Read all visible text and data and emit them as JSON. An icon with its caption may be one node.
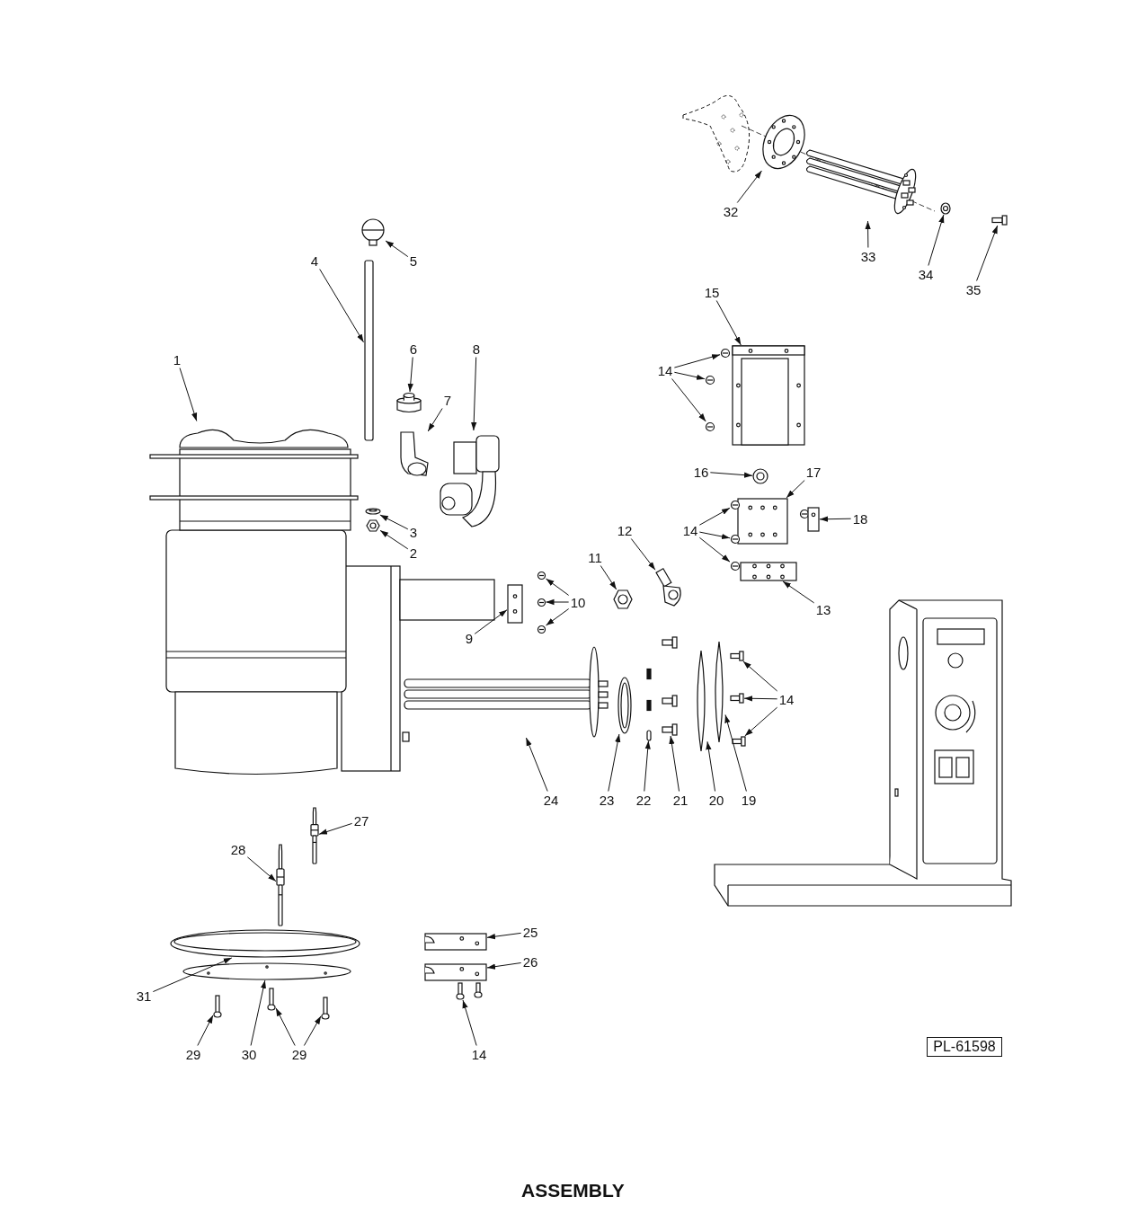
{
  "diagram": {
    "title": "ASSEMBLY",
    "nodes": [
      {
        "text": [
          "1"
        ]
      },
      {
        "text": [],
        "shape": "picture"
      },
      {
        "text": [
          "2"
        ]
      },
      {
        "text": [],
        "shape": "picture"
      },
      {
        "text": [
          "3"
        ]
      },
      {
        "text": [],
        "shape": "picture"
      },
      {
        "text": [
          "4"
        ]
      },
      {
        "text": [],
        "shape": "bar"
      },
      {
        "text": [
          "5"
        ]
      },
      {
        "text": [],
        "shape": "picture"
      },
      {
        "text": [
          "6"
        ]
      },
      {
        "text": [],
        "shape": "cylinder"
      },
      {
        "text": [
          "7"
        ]
      },
      {
        "text": [],
        "shape": "picture"
      },
      {
        "text": [
          "8"
        ]
      },
      {
        "text": [],
        "shape": "picture"
      },
      {
        "text": [
          "9"
        ]
      },
      {
        "text": [],
        "shape": "picture"
      },
      {
        "text": [
          "10"
        ]
      },
      {
        "text": [],
        "shape": "picture"
      },
      {
        "text": [],
        "shape": "picture"
      },
      {
        "text": [],
        "shape": "picture"
      },
      {
        "text": [
          "11"
        ]
      },
      {
        "text": [],
        "shape": "picture"
      },
      {
        "text": [
          "12"
        ]
      },
      {
        "text": [],
        "shape": "picture"
      },
      {
        "text": [
          "13"
        ]
      },
      {
        "text": [],
        "shape": "picture"
      },
      {
        "text": [
          "14"
        ]
      },
      {
        "text": [],
        "shape": "picture"
      },
      {
        "text": [],
        "shape": "picture"
      },
      {
        "text": [],
        "shape": "picture"
      },
      {
        "text": [
          "15"
        ]
      },
      {
        "text": [],
        "shape": "picture"
      },
      {
        "text": [
          "16"
        ]
      },
      {
        "text": [],
        "shape": "picture"
      },
      {
        "text": [
          "17"
        ]
      },
      {
        "text": [],
        "shape": "picture"
      },
      {
        "text": [
          "18"
        ]
      },
      {
        "text": [],
        "shape": "picture"
      },
      {
        "text": [
          "14"
        ]
      },
      {
        "text": [],
        "shape": "picture"
      },
      {
        "text": [],
        "shape": "picture"
      },
      {
        "text": [],
        "shape": "picture"
      },
      {
        "text": [
          "19"
        ]
      },
      {
        "text": [],
        "shape": "picture"
      },
      {
        "text": [
          "20"
        ]
      },
      {
        "text": [],
        "shape": "picture"
      },
      {
        "text": [
          "21"
        ]
      },
      {
        "text": [],
        "shape": "picture"
      },
      {
        "text": [
          "22"
        ]
      },
      {
        "text": [],
        "shape": "bar"
      },
      {
        "text": [
          "23"
        ]
      },
      {
        "text": [],
        "shape": "picture"
      },
      {
        "text": [
          "24"
        ]
      },
      {
        "text": [],
        "shape": "picture"
      },
      {
        "text": [
          "14"
        ]
      },
      {
        "text": [],
        "shape": "picture"
      },
      {
        "text": [],
        "shape": "picture"
      },
      {
        "text": [],
        "shape": "picture"
      },
      {
        "text": [
          "25"
        ]
      },
      {
        "text": [],
        "shape": "picture"
      },
      {
        "text": [
          "26"
        ]
      },
      {
        "text": [],
        "shape": "picture"
      },
      {
        "text": [
          "14"
        ]
      },
      {
        "text": [],
        "shape": "picture"
      },
      {
        "text": [
          "27"
        ]
      },
      {
        "text": [],
        "shape": "picture"
      },
      {
        "text": [
          "28"
        ]
      },
      {
        "text": [],
        "shape": "picture"
      },
      {
        "text": [
          "29"
        ]
      },
      {
        "text": [],
        "shape": "picture"
      },
      {
        "text": [
          "30"
        ]
      },
      {
        "text": [],
        "shape": "picture"
      },
      {
        "text": [
          "29"
        ]
      },
      {
        "text": [],
        "shape": "picture"
      },
      {
        "text": [],
        "shape": "picture"
      },
      {
        "text": [
          "31"
        ]
      },
      {
        "text": [],
        "shape": "picture"
      },
      {
        "text": [
          "32"
        ]
      },
      {
        "text": [],
        "shape": "picture"
      },
      {
        "text": [
          "33"
        ]
      },
      {
        "text": [],
        "shape": "picture"
      },
      {
        "text": [
          "34"
        ]
      },
      {
        "text": [],
        "shape": "picture"
      },
      {
        "text": [
          "35"
        ]
      },
      {
        "text": [],
        "shape": "picture"
      },
      {
        "text": [
          "PL-61598"
        ]
      }
    ],
    "edges": [
      {
        "from": 0,
        "to": 1,
        "arrow": "to"
      },
      {
        "from": 2,
        "to": 3,
        "arrow": "to"
      },
      {
        "from": 4,
        "to": 5,
        "arrow": "to"
      },
      {
        "from": 6,
        "to": 7,
        "arrow": "to"
      },
      {
        "from": 8,
        "to": 9,
        "arrow": "to"
      },
      {
        "from": 10,
        "to": 11,
        "arrow": "to"
      },
      {
        "from": 12,
        "to": 13,
        "arrow": "to"
      },
      {
        "from": 14,
        "to": 15,
        "arrow": "to"
      },
      {
        "from": 16,
        "to": 17,
        "arrow": "to"
      },
      {
        "from": 18,
        "to": 19,
        "arrow": "to"
      },
      {
        "from": 18,
        "to": 20,
        "arrow": "to"
      },
      {
        "from": 18,
        "to": 21,
        "arrow": "to"
      },
      {
        "from": 22,
        "to": 23,
        "arrow": "to"
      },
      {
        "from": 24,
        "to": 25,
        "arrow": "to"
      },
      {
        "from": 26,
        "to": 27,
        "arrow": "to"
      },
      {
        "from": 28,
        "to": 29,
        "arrow": "to"
      },
      {
        "from": 28,
        "to": 30,
        "arrow": "to"
      },
      {
        "from": 28,
        "to": 31,
        "arrow": "to"
      },
      {
        "from": 32,
        "to": 33,
        "arrow": "to"
      },
      {
        "from": 34,
        "to": 35,
        "arrow": "to"
      },
      {
        "from": 36,
        "to": 37,
        "arrow": "to"
      },
      {
        "from": 38,
        "to": 39,
        "arrow": "to"
      },
      {
        "from": 40,
        "to": 41,
        "arrow": "to"
      },
      {
        "from": 40,
        "to": 42,
        "arrow": "to"
      },
      {
        "from": 40,
        "to": 43,
        "arrow": "to"
      },
      {
        "from": 44,
        "to": 45,
        "arrow": "to"
      },
      {
        "from": 46,
        "to": 47,
        "arrow": "to"
      },
      {
        "from": 48,
        "to": 49,
        "arrow": "to"
      },
      {
        "from": 50,
        "to": 51,
        "arrow": "to"
      },
      {
        "from": 52,
        "to": 53,
        "arrow": "to"
      },
      {
        "from": 54,
        "to": 55,
        "arrow": "to"
      },
      {
        "from": 56,
        "to": 57,
        "arrow": "to"
      },
      {
        "from": 56,
        "to": 58,
        "arrow": "to"
      },
      {
        "from": 56,
        "to": 59,
        "arrow": "to"
      },
      {
        "from": 60,
        "to": 61,
        "arrow": "to"
      },
      {
        "from": 62,
        "to": 63,
        "arrow": "to"
      },
      {
        "from": 64,
        "to": 65,
        "arrow": "to"
      },
      {
        "from": 66,
        "to": 67,
        "arrow": "to"
      },
      {
        "from": 68,
        "to": 69,
        "arrow": "to"
      },
      {
        "from": 70,
        "to": 71,
        "arrow": "to"
      },
      {
        "from": 72,
        "to": 73,
        "arrow": "to"
      },
      {
        "from": 74,
        "to": 75,
        "arrow": "to"
      },
      {
        "from": 74,
        "to": 76,
        "arrow": "to"
      },
      {
        "from": 77,
        "to": 78,
        "arrow": "to"
      },
      {
        "from": 79,
        "to": 80,
        "arrow": "to"
      },
      {
        "from": 81,
        "to": 82,
        "arrow": "to"
      },
      {
        "from": 83,
        "to": 84,
        "arrow": "to"
      },
      {
        "from": 85,
        "to": 86,
        "arrow": "to"
      }
    ]
  }
}
